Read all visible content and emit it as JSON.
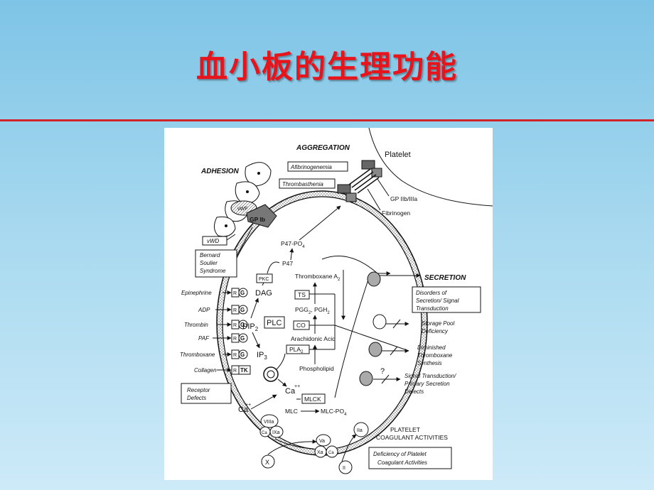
{
  "slide": {
    "title": "血小板的生理功能"
  },
  "diagram": {
    "headers": {
      "aggregation": "AGGREGATION",
      "adhesion": "ADHESION",
      "secretion": "SECRETION",
      "platelet_coagulant": "PLATELET",
      "coagulant_activities": "COAGULANT ACTIVITIES"
    },
    "labels": {
      "platelet": "Platelet",
      "gp_iib_iiia": "GP IIb/IIIa",
      "fibrinogen": "Fibrinogen",
      "vwf": "vWF",
      "gp_ib": "GP Ib",
      "p47_po4": "P47-PO",
      "p47_po4_sub": "4",
      "p47": "P47",
      "pkc": "PKC",
      "dag": "DAG",
      "pip2": "PIP",
      "pip2_sub": "2",
      "plc": "PLC",
      "ip3": "IP",
      "ip3_sub": "3",
      "ca_in": "Ca",
      "ca_out": "Ca",
      "mlck": "MLCK",
      "mlc": "MLC",
      "mlc_po4": "MLC-PO",
      "mlc_po4_sub": "4",
      "thromboxane_a2": "Thromboxane A",
      "thromboxane_a2_sub": "2",
      "ts": "TS",
      "pgg2_pgh2": "PGG",
      "pgg2_sub": "2",
      "pgh2": ", PGH",
      "pgh2_sub": "2",
      "co": "CO",
      "arachidonic_acid": "Arachidonic Acid",
      "pla2": "PLA",
      "pla2_sub": "2",
      "phospholipid": "Phospholipid",
      "r": "R",
      "g": "G",
      "tk": "TK",
      "viiia": "VIIIa",
      "ixa": "IXa",
      "va": "Va",
      "xa": "Xa",
      "ca_small": "Ca",
      "x": "X",
      "iia": "IIa",
      "ii": "II",
      "q_mark": "?"
    },
    "agonists": [
      "Epinephrine",
      "ADP",
      "Thrombin",
      "PAF",
      "Thromboxane",
      "Collagen"
    ],
    "defects": {
      "afibrinogenemia": "Afibrinogenemia",
      "thrombasthenia": "Thrombasthenia",
      "vwd": "vWD",
      "bernard_soulier": [
        "Bernard",
        "Soulier",
        "Syndrome"
      ],
      "receptor_defects": [
        "Receptor",
        "Defects"
      ],
      "disorders_secretion": [
        "Disorders of",
        "Secretion/ Signal",
        "Transduction"
      ],
      "storage_pool": [
        "Storage Pool",
        "Deficiency"
      ],
      "diminished_thromboxane": [
        "Diminished",
        "Thromboxane",
        "Synthesis"
      ],
      "signal_transduction": [
        "Signal Transduction/",
        "Primary Secretion",
        "Defects"
      ],
      "coagulant_deficiency": [
        "Deficiency of Platelet",
        "Coagulant Activities"
      ]
    }
  }
}
